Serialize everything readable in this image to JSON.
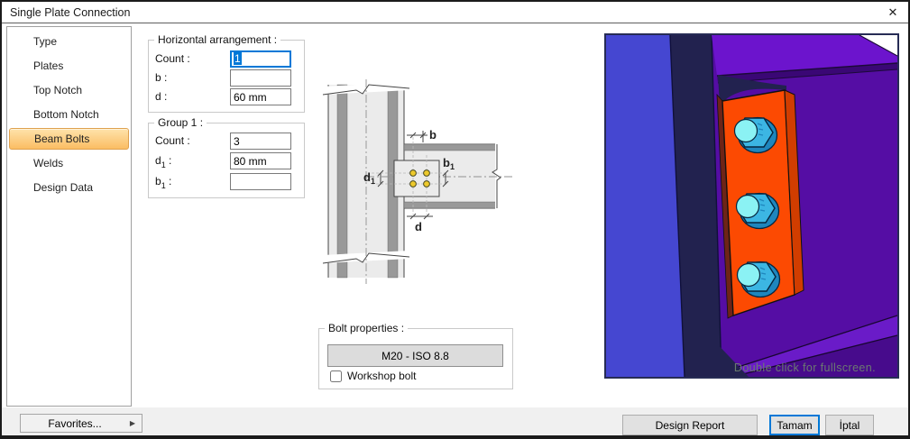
{
  "window": {
    "title": "Single Plate Connection",
    "close_icon": "✕"
  },
  "sidebar": {
    "items": [
      "Type",
      "Plates",
      "Top Notch",
      "Bottom Notch",
      "Beam Bolts",
      "Welds",
      "Design Data"
    ],
    "selected": "Beam Bolts"
  },
  "horizontal_group": {
    "title": "Horizontal arrangement :",
    "count_label": "Count :",
    "count_value": "1",
    "b_label": "b :",
    "b_value": "",
    "d_label": "d :",
    "d_value": "60 mm"
  },
  "group1": {
    "title": "Group 1 :",
    "count_label": "Count :",
    "count_value": "3",
    "d1_label_base": "d",
    "d1_label_sub": "1",
    "d1_label_colon": " :",
    "d1_value": "80 mm",
    "b1_label_base": "b",
    "b1_label_sub": "1",
    "b1_label_colon": " :",
    "b1_value": ""
  },
  "bolt_properties": {
    "title": "Bolt properties :",
    "grade_button_label": "M20 - ISO 8.8",
    "workshop_checkbox_label": "Workshop bolt",
    "workshop_checked": false
  },
  "diagram": {
    "dim_b": "b",
    "dim_d": "d",
    "dim_d1_base": "d",
    "dim_d1_sub": "1",
    "dim_b1_base": "b",
    "dim_b1_sub": "1"
  },
  "viewport": {
    "hint": "Double click for fullscreen.",
    "colors": {
      "column_face": "#4547d1",
      "column_side": "#22224f",
      "beam_web": "#550da4",
      "beam_flange_top": "#6c14cd",
      "beam_flange_bottom": "#6a1bc8",
      "plate": "#fc4a02",
      "plate_side": "#d13d00",
      "bolt_head": "#3cb6e3",
      "bolt_tip": "#8bf2f4"
    }
  },
  "footer": {
    "favorites_label": "Favorites...",
    "favorites_arrow": "▶",
    "design_report_label": "Design Report",
    "ok_label": "Tamam",
    "cancel_label": "İptal"
  }
}
